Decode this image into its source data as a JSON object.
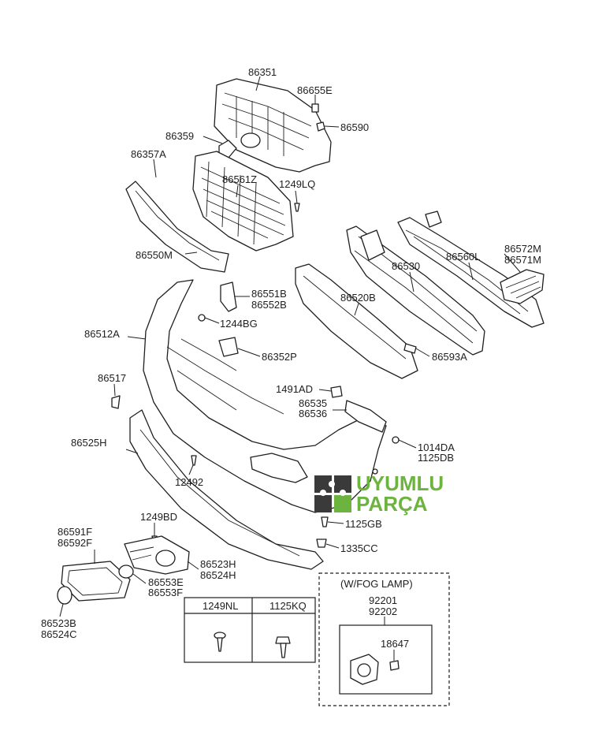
{
  "parts": {
    "p86351": "86351",
    "p86655E": "86655E",
    "p86590": "86590",
    "p86359": "86359",
    "p86357A": "86357A",
    "p86561Z": "86561Z",
    "p1249LQ": "1249LQ",
    "p86550M": "86550M",
    "p86572M": "86572M",
    "p86571M": "86571M",
    "p86560L": "86560L",
    "p86530": "86530",
    "p86520B": "86520B",
    "p86551B": "86551B",
    "p86552B": "86552B",
    "p1244BG": "1244BG",
    "p86512A": "86512A",
    "p86352P": "86352P",
    "p86593A": "86593A",
    "p86517": "86517",
    "p1491AD": "1491AD",
    "p86535": "86535",
    "p86536": "86536",
    "p86525H": "86525H",
    "p1014DA": "1014DA",
    "p1125DB": "1125DB",
    "p12492": "12492",
    "p1125GB": "1125GB",
    "p1249BD": "1249BD",
    "p1335CC": "1335CC",
    "p86591F": "86591F",
    "p86592F": "86592F",
    "p86523H": "86523H",
    "p86524H": "86524H",
    "p86553E": "86553E",
    "p86553F": "86553F",
    "p86523B": "86523B",
    "p86524C": "86524C"
  },
  "screw_table": {
    "col1": "1249NL",
    "col2": "1125KQ"
  },
  "fog_lamp": {
    "title": "(W/FOG LAMP)",
    "p92201": "92201",
    "p92202": "92202",
    "p18647": "18647"
  },
  "logo": {
    "word1": "UYUMLU",
    "word2": "PARÇA",
    "colors": {
      "dark": "#3a3a3a",
      "green": "#6db33f"
    }
  }
}
